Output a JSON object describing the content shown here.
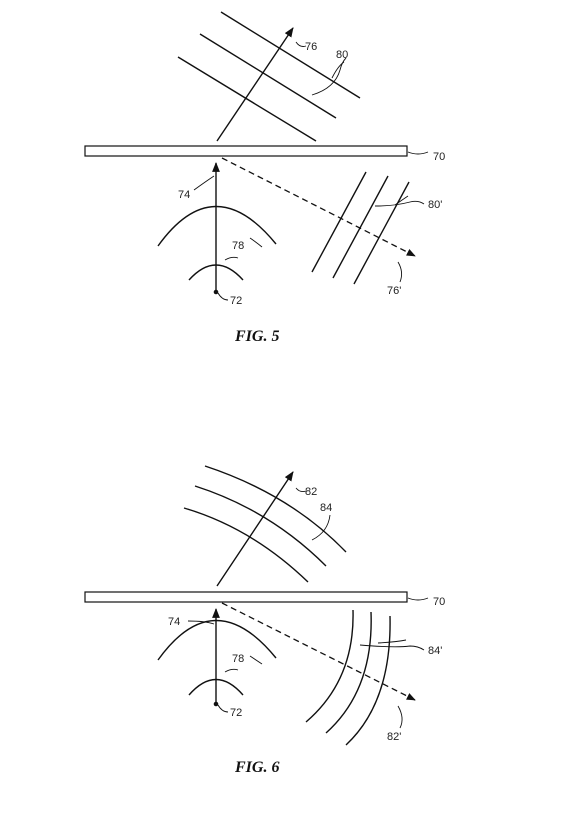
{
  "figures": [
    {
      "id": "fig5",
      "caption": "FIG. 5",
      "labels": {
        "plate": "70",
        "ray": "74",
        "wavefront": "78",
        "source": "72",
        "transmitted_ray": "76",
        "transmitted_waves": "80",
        "reflected_ray": "76'",
        "reflected_waves": "80'"
      }
    },
    {
      "id": "fig6",
      "caption": "FIG. 6",
      "labels": {
        "plate": "70",
        "ray": "74",
        "wavefront": "78",
        "source": "72",
        "transmitted_ray": "82",
        "transmitted_waves": "84",
        "reflected_ray": "82'",
        "reflected_waves": "84'"
      }
    }
  ]
}
